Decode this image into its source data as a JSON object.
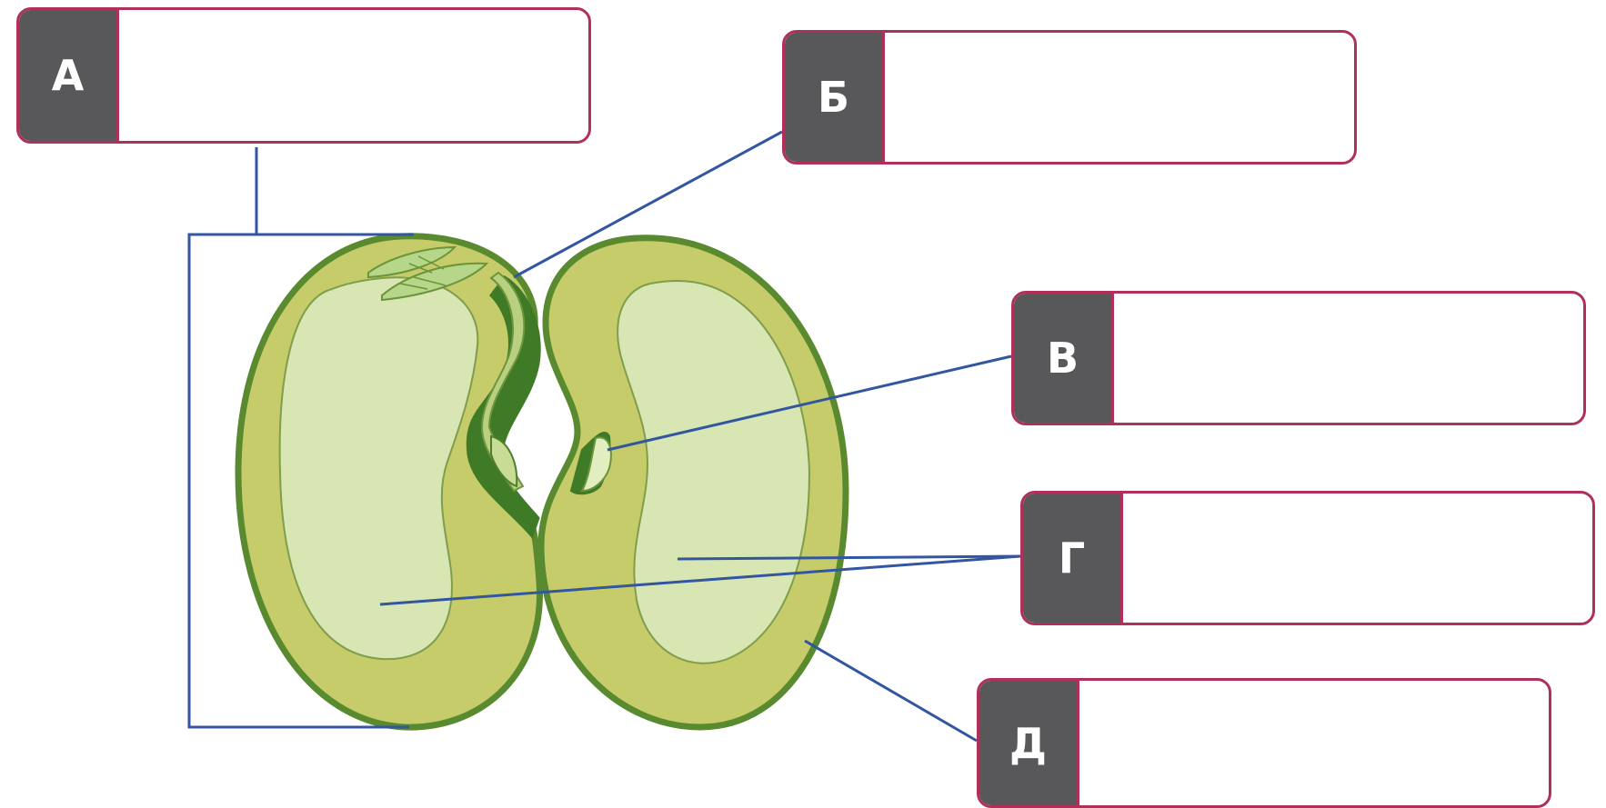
{
  "labels": [
    {
      "id": "a",
      "letter": "А",
      "answer": ""
    },
    {
      "id": "b",
      "letter": "Б",
      "answer": ""
    },
    {
      "id": "v",
      "letter": "В",
      "answer": ""
    },
    {
      "id": "g",
      "letter": "Г",
      "answer": ""
    },
    {
      "id": "d",
      "letter": "Д",
      "answer": ""
    }
  ],
  "colors": {
    "seed_coat": "#5a8a2f",
    "cotyledon_outer": "#c6cc6a",
    "cotyledon_inner": "#d8e6b4",
    "embryo_dark": "#3f7a26",
    "leaf": "#b6d68a",
    "leader_line": "#3356a0",
    "box_border": "#b0305a",
    "letter_bg": "#58585a"
  }
}
